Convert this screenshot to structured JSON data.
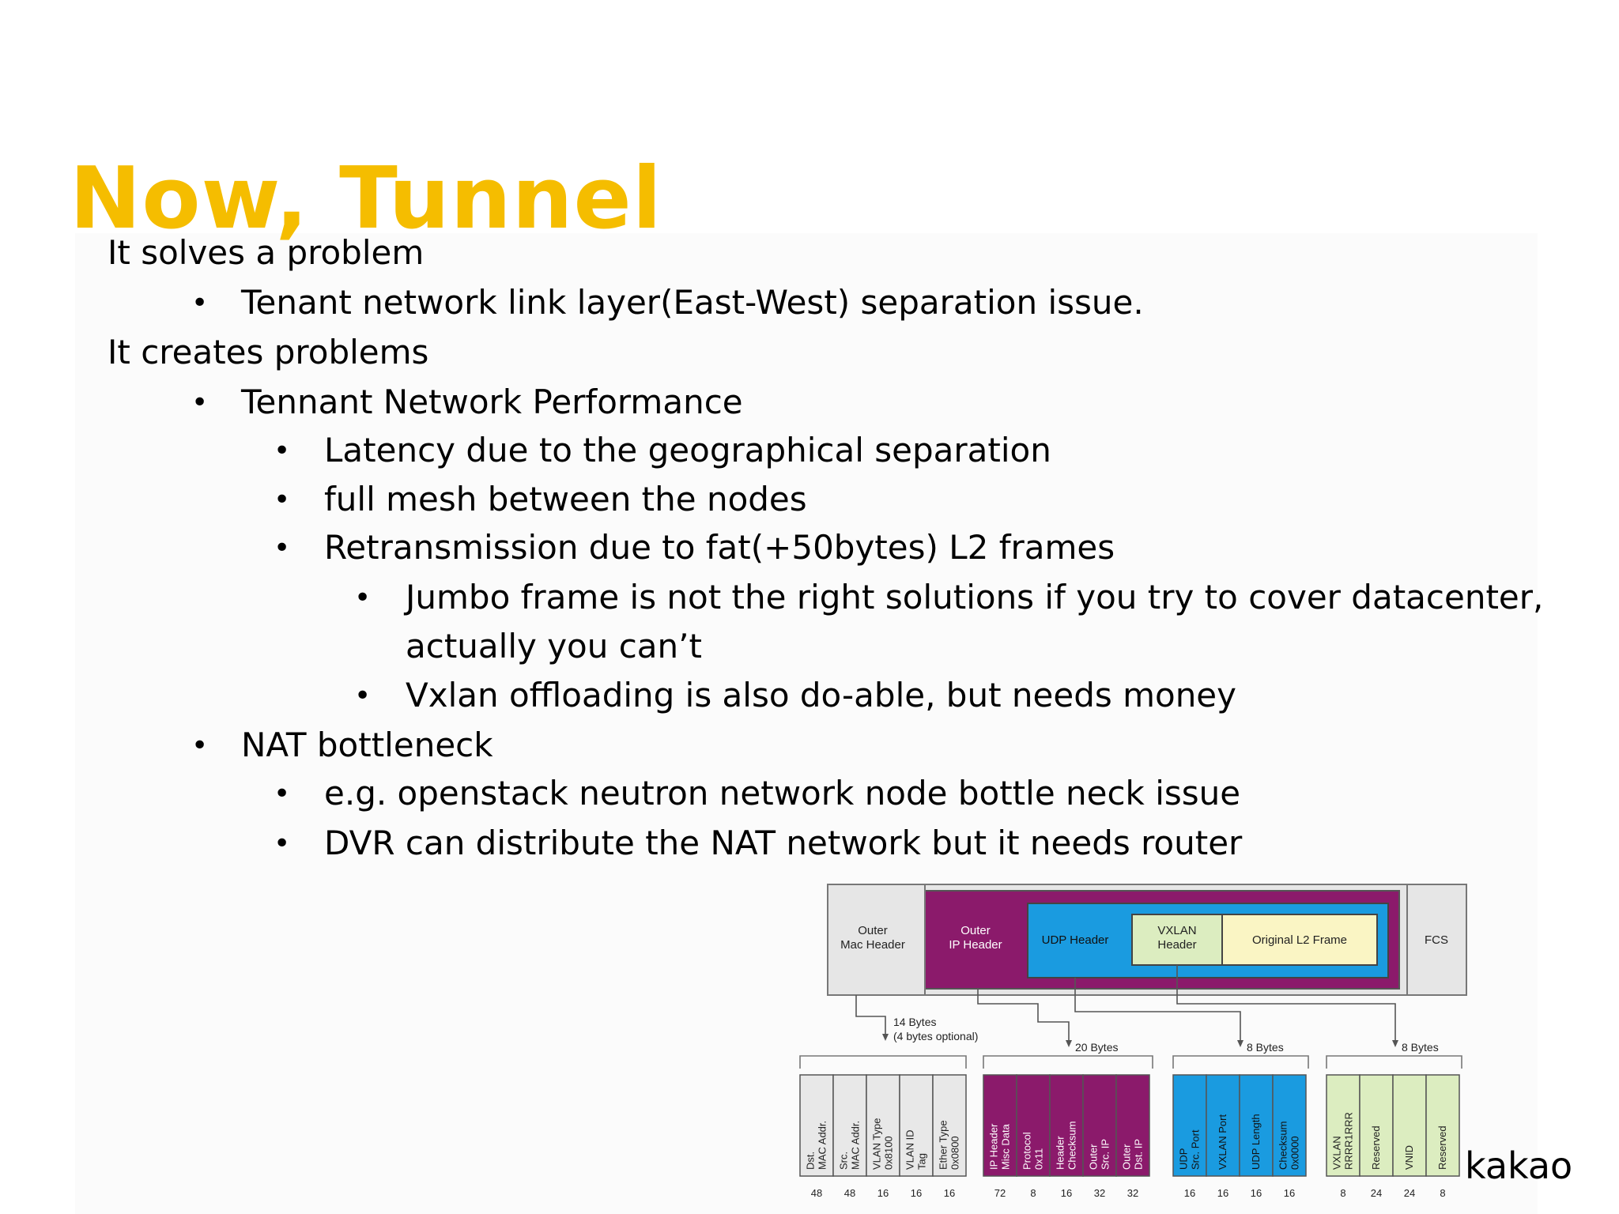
{
  "slide": {
    "title": "Now, Tunnel",
    "footer_brand": "kakao",
    "title_color": "#f5bd00"
  },
  "content": [
    {
      "level": 0,
      "bullet": false,
      "text": "It solves a problem"
    },
    {
      "level": 1,
      "bullet": true,
      "text": "Tenant network link layer(East-West) separation issue."
    },
    {
      "level": 0,
      "bullet": false,
      "text": "It creates problems"
    },
    {
      "level": 1,
      "bullet": true,
      "text": "Tennant Network Performance"
    },
    {
      "level": 2,
      "bullet": true,
      "text": "Latency due to the geographical separation"
    },
    {
      "level": 2,
      "bullet": true,
      "text": "full mesh between the nodes"
    },
    {
      "level": 2,
      "bullet": true,
      "text": "Retransmission due to fat(+50bytes) L2 frames"
    },
    {
      "level": 3,
      "bullet": true,
      "text": "Jumbo frame is not the right solutions if you try to cover datacenter,"
    },
    {
      "level": 3,
      "bullet": false,
      "text": "actually you can’t"
    },
    {
      "level": 3,
      "bullet": true,
      "text": "Vxlan offloading is also do-able, but needs money"
    },
    {
      "level": 1,
      "bullet": true,
      "text": "NAT bottleneck"
    },
    {
      "level": 2,
      "bullet": true,
      "text": "e.g. openstack neutron network node bottle neck issue"
    },
    {
      "level": 2,
      "bullet": true,
      "text": "DVR can distribute the NAT network but it needs router"
    }
  ],
  "diagram": {
    "frame": {
      "outer_mac": [
        "Outer",
        "Mac Header"
      ],
      "outer_ip": [
        "Outer",
        "IP Header"
      ],
      "udp": "UDP Header",
      "vxlan": [
        "VXLAN",
        "Header"
      ],
      "original": "Original L2 Frame",
      "fcs": "FCS"
    },
    "size_labels": {
      "mac": [
        "14 Bytes",
        "(4 bytes optional)"
      ],
      "ip": "20 Bytes",
      "udp": "8 Bytes",
      "vxlan": "8 Bytes"
    },
    "groups": [
      {
        "name": "mac",
        "fill": "#e8e8e8",
        "text_color": "#222222",
        "fields": [
          {
            "label": [
              "Dst.",
              "MAC Addr."
            ],
            "bits": "48"
          },
          {
            "label": [
              "Src.",
              "MAC Addr."
            ],
            "bits": "48"
          },
          {
            "label": [
              "VLAN Type",
              "0x8100"
            ],
            "bits": "16"
          },
          {
            "label": [
              "VLAN ID",
              "Tag"
            ],
            "bits": "16"
          },
          {
            "label": [
              "Ether Type",
              "0x0800"
            ],
            "bits": "16"
          }
        ]
      },
      {
        "name": "ip",
        "fill": "#8b1a6b",
        "text_color": "#ffffff",
        "fields": [
          {
            "label": [
              "IP Header",
              "Misc Data"
            ],
            "bits": "72"
          },
          {
            "label": [
              "Protocol",
              "0x11"
            ],
            "bits": "8"
          },
          {
            "label": [
              "Header",
              "Checksum"
            ],
            "bits": "16"
          },
          {
            "label": [
              "Outer",
              "Src. IP"
            ],
            "bits": "32"
          },
          {
            "label": [
              "Outer",
              "Dst. IP"
            ],
            "bits": "32"
          }
        ]
      },
      {
        "name": "udp",
        "fill": "#1a9be0",
        "text_color": "#111111",
        "fields": [
          {
            "label": [
              "UDP",
              "Src. Port"
            ],
            "bits": "16"
          },
          {
            "label": [
              "VXLAN Port"
            ],
            "bits": "16"
          },
          {
            "label": [
              "UDP Length"
            ],
            "bits": "16"
          },
          {
            "label": [
              "Checksum",
              "0x0000"
            ],
            "bits": "16"
          }
        ]
      },
      {
        "name": "vxlan",
        "fill": "#dcedc0",
        "text_color": "#222222",
        "fields": [
          {
            "label": [
              "VXLAN",
              "RRRR1RRR"
            ],
            "bits": "8"
          },
          {
            "label": [
              "Reserved"
            ],
            "bits": "24"
          },
          {
            "label": [
              "VNID"
            ],
            "bits": "24"
          },
          {
            "label": [
              "Reserved"
            ],
            "bits": "8"
          }
        ]
      }
    ],
    "colors": {
      "outer_gray": "#e6e6e6",
      "outer_ip_purple": "#8b1a6b",
      "udp_blue": "#1a9be0",
      "vxlan_green": "#dcedc0",
      "original_yellow": "#faf5c4"
    }
  }
}
